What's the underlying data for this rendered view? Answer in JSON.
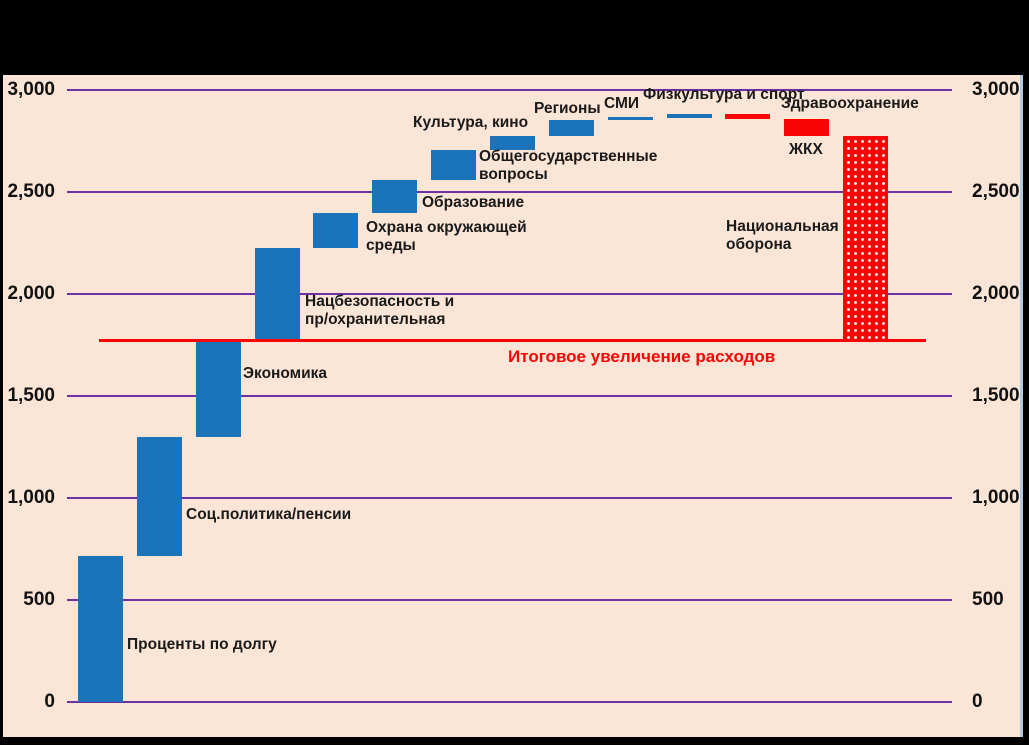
{
  "chart_data": {
    "type": "waterfall",
    "title": "",
    "background": "#FBE5D6",
    "frame_color": "#000000",
    "colors": {
      "increase": "#1B74B9",
      "decrease": "#F90505",
      "gridline": "#7030A0",
      "total_line": "#F90505",
      "axis_text": "#111111",
      "label_text": "#1A1A1A"
    },
    "grid_on": true,
    "y_axis": {
      "min": 0,
      "max": 3000,
      "step": 500,
      "tick_labels": [
        "0",
        "500",
        "1,000",
        "1,500",
        "2,000",
        "2,500",
        "3,000"
      ],
      "sides": [
        "left",
        "right"
      ]
    },
    "bars": [
      {
        "label": "Проценты по долгу",
        "start": 0,
        "end": 715,
        "delta": 715,
        "direction": "increase",
        "pattern": "solid"
      },
      {
        "label": "Соц.политика/пенсии",
        "start": 715,
        "end": 1300,
        "delta": 585,
        "direction": "increase",
        "pattern": "solid"
      },
      {
        "label": "Экономика",
        "start": 1300,
        "end": 1765,
        "delta": 465,
        "direction": "increase",
        "pattern": "solid"
      },
      {
        "label": "Нацбезопасность и\nпр/охранительная",
        "start": 1765,
        "end": 2225,
        "delta": 460,
        "direction": "increase",
        "pattern": "solid"
      },
      {
        "label": "Охрана окружающей\nсреды",
        "start": 2225,
        "end": 2395,
        "delta": 170,
        "direction": "increase",
        "pattern": "solid"
      },
      {
        "label": "Образование",
        "start": 2395,
        "end": 2560,
        "delta": 165,
        "direction": "increase",
        "pattern": "solid"
      },
      {
        "label": "Общегосударственные\nвопросы",
        "start": 2560,
        "end": 2705,
        "delta": 145,
        "direction": "increase",
        "pattern": "solid"
      },
      {
        "label": "Культура, кино",
        "start": 2705,
        "end": 2775,
        "delta": 70,
        "direction": "increase",
        "pattern": "solid"
      },
      {
        "label": "Регионы",
        "start": 2775,
        "end": 2855,
        "delta": 80,
        "direction": "increase",
        "pattern": "solid"
      },
      {
        "label": "СМИ",
        "start": 2855,
        "end": 2870,
        "delta": 15,
        "direction": "increase",
        "pattern": "solid"
      },
      {
        "label": "Физкультура и спорт",
        "start": 2870,
        "end": 2880,
        "delta": 10,
        "direction": "increase",
        "pattern": "solid"
      },
      {
        "label": "Здравоохранение",
        "start": 2880,
        "end": 2860,
        "delta": -20,
        "direction": "decrease",
        "pattern": "solid"
      },
      {
        "label": "ЖКХ",
        "start": 2860,
        "end": 2775,
        "delta": -85,
        "direction": "decrease",
        "pattern": "solid"
      },
      {
        "label": "Национальная\nоборона",
        "start": 2775,
        "end": 1775,
        "delta": -1000,
        "direction": "decrease",
        "pattern": "dotted"
      }
    ],
    "total_line": {
      "label": "Итоговое увеличение расходов",
      "value": 1775
    }
  }
}
